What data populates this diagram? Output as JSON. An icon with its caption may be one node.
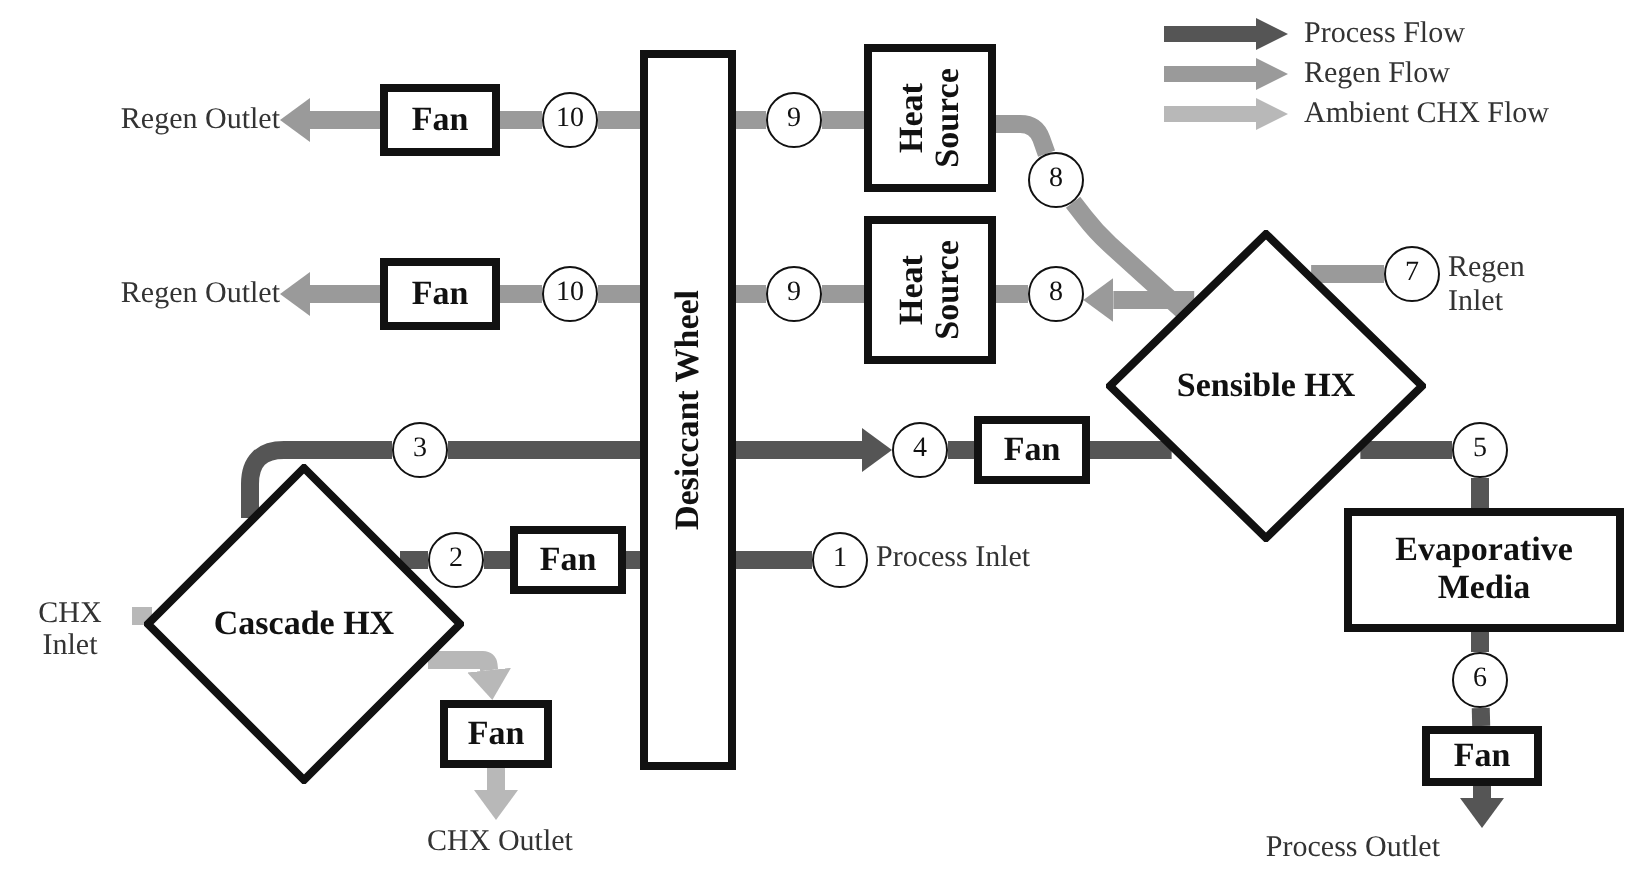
{
  "diagram": {
    "nodes": [
      {
        "text": [
          "Regen Outlet"
        ]
      },
      {
        "text": [
          "Fan"
        ]
      },
      {
        "text": [
          "10"
        ]
      },
      {
        "text": [
          "Desiccant Wheel"
        ]
      },
      {
        "text": [
          "9"
        ]
      },
      {
        "text": [
          "Heat Source"
        ]
      },
      {
        "text": [
          "8"
        ]
      },
      {
        "text": [
          "Regen Outlet"
        ]
      },
      {
        "text": [
          "Fan"
        ]
      },
      {
        "text": [
          "10"
        ]
      },
      {
        "text": [
          "9"
        ]
      },
      {
        "text": [
          "Heat Source"
        ]
      },
      {
        "text": [
          "8"
        ]
      },
      {
        "text": [
          "7"
        ],
        "beside": [
          "Regen Inlet"
        ]
      },
      {
        "text": [
          "Sensible HX"
        ]
      },
      {
        "text": [
          "3"
        ]
      },
      {
        "text": [
          "4"
        ]
      },
      {
        "text": [
          "Fan"
        ]
      },
      {
        "text": [
          "5"
        ]
      },
      {
        "text": [
          "Cascade HX"
        ]
      },
      {
        "text": [
          "2"
        ]
      },
      {
        "text": [
          "Fan"
        ]
      },
      {
        "text": [
          "1"
        ],
        "beside": [
          "Process Inlet"
        ]
      },
      {
        "text": [
          "Evaporative Media"
        ]
      },
      {
        "text": [
          "6"
        ]
      },
      {
        "text": [
          "Fan"
        ]
      },
      {
        "text": [
          "CHX Inlet"
        ]
      },
      {
        "text": [
          "Fan"
        ]
      },
      {
        "text": [
          "CHX Outlet"
        ]
      },
      {
        "text": [
          "Process Outlet"
        ]
      }
    ],
    "edges": [
      {
        "from": 1,
        "to": 0,
        "arrow": "to"
      },
      {
        "from": 2,
        "to": 1,
        "arrow": "none"
      },
      {
        "from": 3,
        "to": 2,
        "arrow": "none"
      },
      {
        "from": 4,
        "to": 3,
        "arrow": "none"
      },
      {
        "from": 5,
        "to": 4,
        "arrow": "none"
      },
      {
        "from": 6,
        "to": 5,
        "arrow": "none"
      },
      {
        "from": 14,
        "to": 6,
        "arrow": "none"
      },
      {
        "from": 8,
        "to": 7,
        "arrow": "to"
      },
      {
        "from": 9,
        "to": 8,
        "arrow": "none"
      },
      {
        "from": 3,
        "to": 9,
        "arrow": "none"
      },
      {
        "from": 10,
        "to": 3,
        "arrow": "none"
      },
      {
        "from": 11,
        "to": 10,
        "arrow": "none"
      },
      {
        "from": 12,
        "to": 11,
        "arrow": "none"
      },
      {
        "from": 14,
        "to": 12,
        "arrow": "to"
      },
      {
        "from": 13,
        "to": 14,
        "arrow": "none"
      },
      {
        "from": 22,
        "to": 3,
        "arrow": "none",
        "color": "#555555"
      },
      {
        "from": 3,
        "to": 21,
        "arrow": "none",
        "color": "#555555"
      },
      {
        "from": 21,
        "to": 20,
        "arrow": "none",
        "color": "#555555"
      },
      {
        "from": 20,
        "to": 19,
        "arrow": "none",
        "color": "#555555"
      },
      {
        "from": 19,
        "to": 15,
        "arrow": "none",
        "color": "#555555"
      },
      {
        "from": 15,
        "to": 3,
        "arrow": "none",
        "color": "#555555"
      },
      {
        "from": 3,
        "to": 16,
        "arrow": "to",
        "color": "#555555"
      },
      {
        "from": 16,
        "to": 17,
        "arrow": "none",
        "color": "#555555"
      },
      {
        "from": 17,
        "to": 14,
        "arrow": "none",
        "color": "#555555"
      },
      {
        "from": 14,
        "to": 18,
        "arrow": "none",
        "color": "#555555"
      },
      {
        "from": 18,
        "to": 23,
        "arrow": "none",
        "color": "#555555"
      },
      {
        "from": 23,
        "to": 24,
        "arrow": "none",
        "color": "#555555"
      },
      {
        "from": 24,
        "to": 25,
        "arrow": "none",
        "color": "#555555"
      },
      {
        "from": 25,
        "to": 29,
        "arrow": "to",
        "color": "#555555"
      },
      {
        "from": 26,
        "to": 19,
        "arrow": "none",
        "color": "#b8b8b8"
      },
      {
        "from": 19,
        "to": 27,
        "arrow": "to",
        "color": "#b8b8b8"
      },
      {
        "from": 27,
        "to": 28,
        "arrow": "to",
        "color": "#b8b8b8"
      }
    ],
    "legend": [
      {
        "text": "Process Flow"
      },
      {
        "text": "Regen Flow"
      },
      {
        "text": "Ambient CHX Flow"
      }
    ]
  }
}
